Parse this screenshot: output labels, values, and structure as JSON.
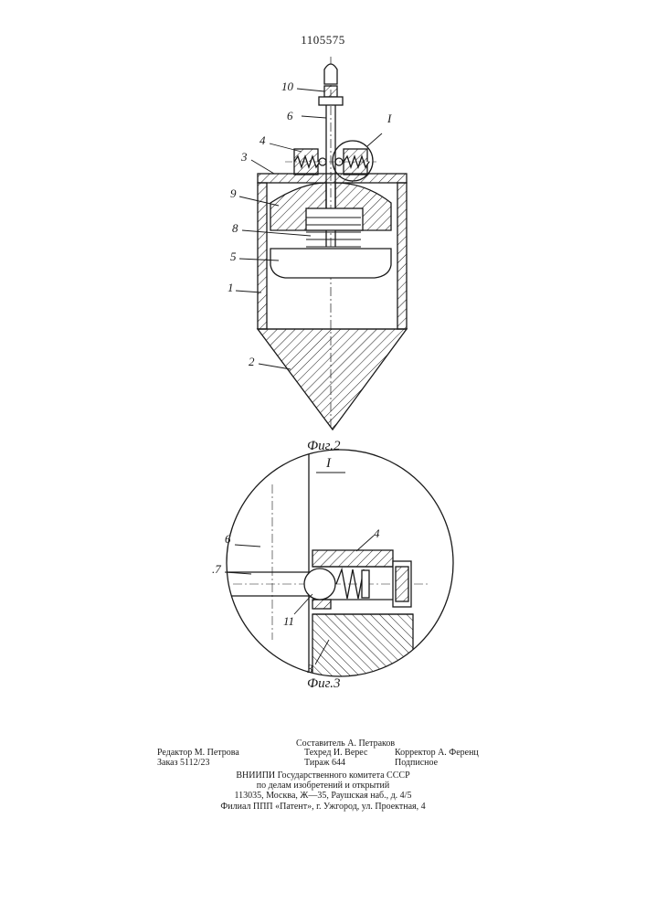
{
  "patent_number": "1105575",
  "figure2": {
    "caption": "Фиг.2",
    "labels": [
      "10",
      "6",
      "4",
      "I",
      "3",
      "9",
      "8",
      "5",
      "1",
      "2"
    ]
  },
  "figure3": {
    "detail_mark": "I",
    "caption": "Фиг.3",
    "labels": [
      "6",
      "4",
      ".7",
      "11",
      "3"
    ]
  },
  "imprint": {
    "compiler": "Составитель А. Петраков",
    "editor": "Редактор М. Петрова",
    "techred": "Техред И. Верес",
    "corrector": "Корректор А. Ференц",
    "order": "Заказ 5112/23",
    "circulation": "Тираж 644",
    "subscription": "Подписное",
    "org_line1": "ВНИИПИ Государственного комитета СССР",
    "org_line2": "по делам изобретений и открытий",
    "org_line3": "113035, Москва, Ж—35, Раушская наб., д. 4/5",
    "org_line4": "Филиал ППП «Патент», г. Ужгород, ул. Проектная, 4"
  }
}
